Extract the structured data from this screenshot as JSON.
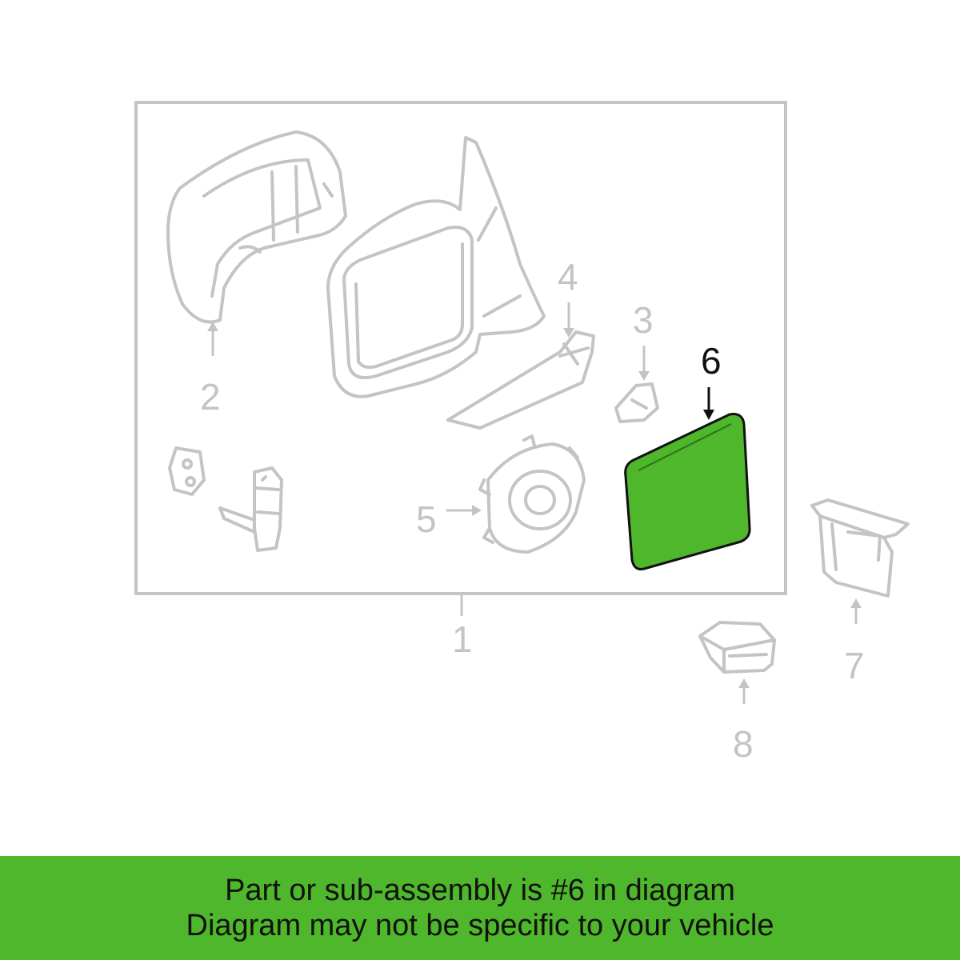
{
  "diagram": {
    "highlight_color": "#4fb72b",
    "outline_color": "#c4c4c4",
    "highlighted_part": "6",
    "callouts": {
      "part_1": "1",
      "part_2": "2",
      "part_3": "3",
      "part_4": "4",
      "part_5": "5",
      "part_6": "6",
      "part_7": "7",
      "part_8": "8"
    }
  },
  "banner": {
    "color": "#4fb72b",
    "line1": "Part or sub-assembly is #6 in diagram",
    "line2": "Diagram may not be specific to your vehicle"
  }
}
